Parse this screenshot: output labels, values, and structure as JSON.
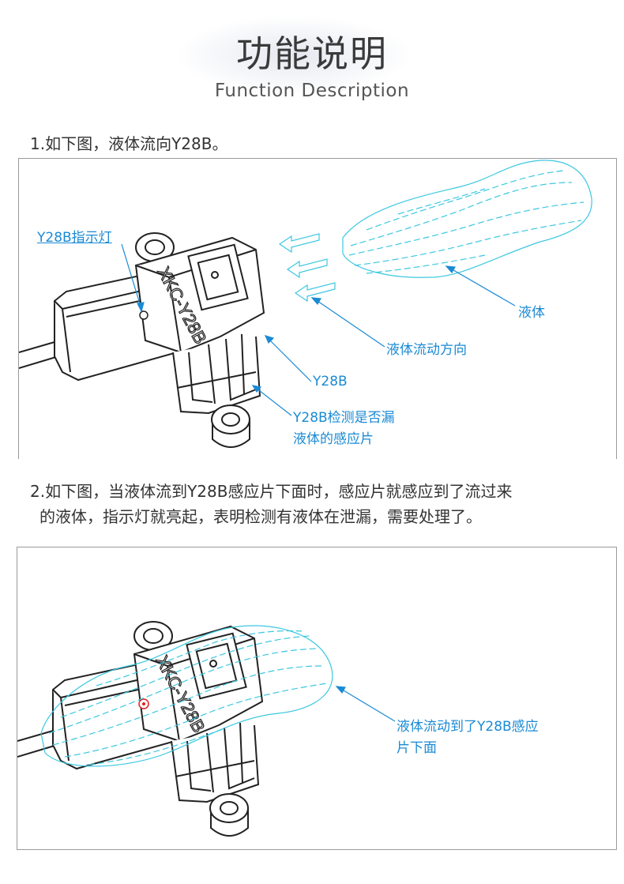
{
  "header": {
    "title_cn": "功能说明",
    "title_en": "Function Description"
  },
  "step1": {
    "text": "1.如下图，液体流向Y28B。",
    "device_marking": "XKC-Y28B",
    "labels": {
      "indicator": "Y28B指示灯",
      "liquid": "液体",
      "flow_direction": "液体流动方向",
      "sensor": "Y28B",
      "detect_line1": "Y28B检测是否漏",
      "detect_line2": "液体的感应片"
    }
  },
  "step2": {
    "line1": "2.如下图，当液体流到Y28B感应片下面时，感应片就感应到了流过来",
    "line2": "的液体，指示灯就亮起，表明检测有液体在泄漏，需要处理了。",
    "device_marking": "XKC-Y28B",
    "labels": {
      "reached_line1": "液体流动到了Y28B感应",
      "reached_line2": "片下面"
    }
  },
  "colors": {
    "annotation": "#1a8ad4",
    "liquid": "#3cc8e0",
    "device_line": "#222222",
    "indicator_lit": "#e02020"
  },
  "icons": {
    "flow_arrow": "arrow-left-icon"
  }
}
